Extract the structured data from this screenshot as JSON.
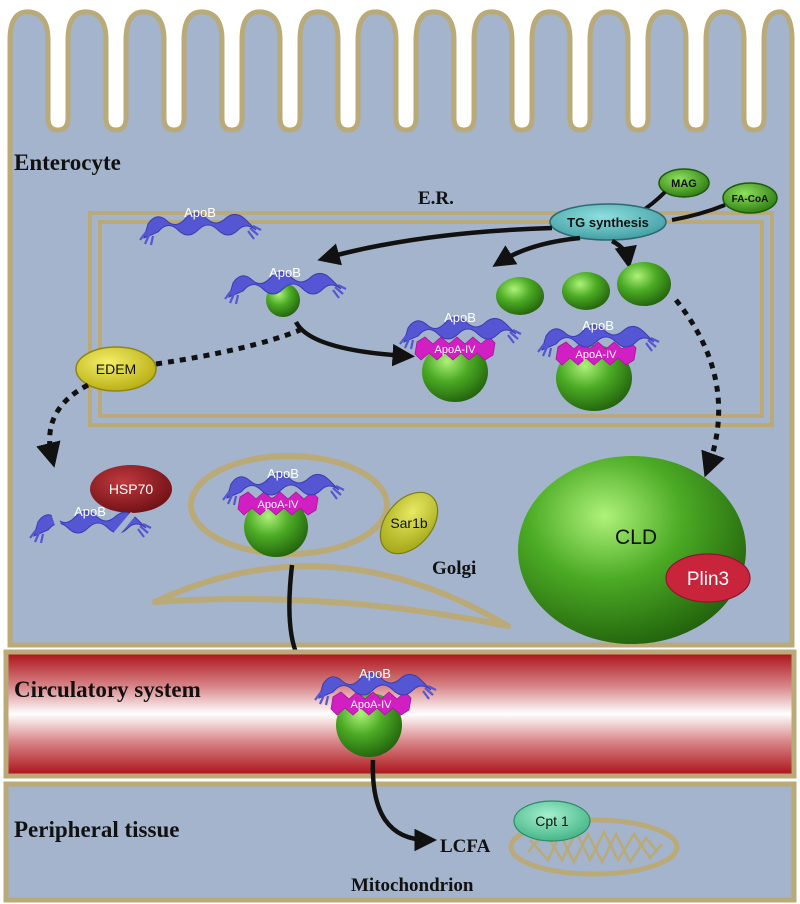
{
  "labels": {
    "enterocyte": "Enterocyte",
    "er": "E.R.",
    "golgi": "Golgi",
    "circulatory": "Circulatory system",
    "peripheral": "Peripheral tissue",
    "mitochondrion": "Mitochondrion",
    "lcfa": "LCFA"
  },
  "molecules": {
    "mag": "MAG",
    "facoa": "FA-CoA",
    "tg_synthesis": "TG synthesis",
    "apob": "ApoB",
    "apoa4": "ApoA-IV",
    "edem": "EDEM",
    "hsp70": "HSP70",
    "sar1b": "Sar1b",
    "cld": "CLD",
    "plin3": "Plin3",
    "cpt1": "Cpt 1"
  },
  "colors": {
    "cell_fill": "#a4b4cc",
    "membrane": "#b9aa78",
    "apob": "#5a5bd6",
    "apoa4": "#d526c8",
    "lipid": "#3f9a1c",
    "edem": "#d9d21c",
    "hsp70": "#8e1a1e",
    "sar1b": "#c8cc22",
    "plin3": "#c8243c",
    "tg": "#5cb8b8",
    "cpt1": "#5fc9a0",
    "blood": "#b6141c"
  }
}
